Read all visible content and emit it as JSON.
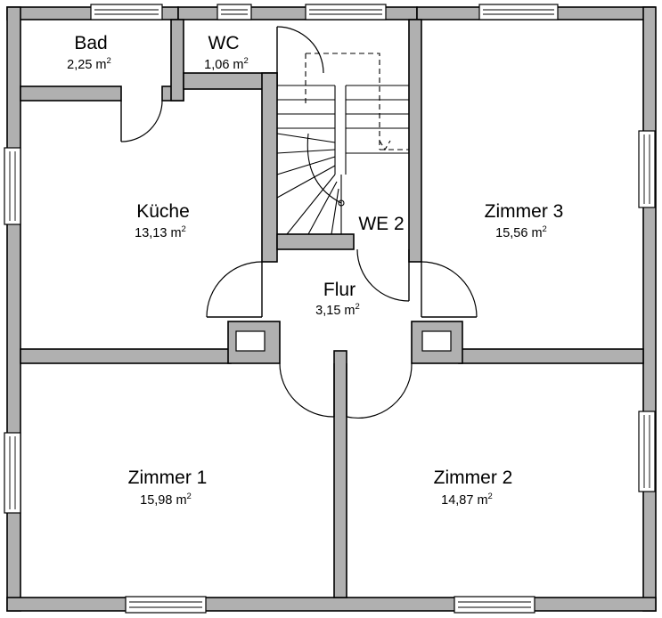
{
  "rooms": [
    {
      "id": "bad",
      "name": "Bad",
      "area": "2,25 m",
      "unit_sup": "2"
    },
    {
      "id": "wc",
      "name": "WC",
      "area": "1,06 m",
      "unit_sup": "2"
    },
    {
      "id": "kueche",
      "name": "Küche",
      "area": "13,13 m",
      "unit_sup": "2"
    },
    {
      "id": "zimmer3",
      "name": "Zimmer 3",
      "area": "15,56 m",
      "unit_sup": "2"
    },
    {
      "id": "flur",
      "name": "Flur",
      "area": "3,15 m",
      "unit_sup": "2"
    },
    {
      "id": "zimmer1",
      "name": "Zimmer 1",
      "area": "15,98 m",
      "unit_sup": "2"
    },
    {
      "id": "zimmer2",
      "name": "Zimmer 2",
      "area": "14,87 m",
      "unit_sup": "2"
    }
  ],
  "labels": {
    "apartment": "WE 2"
  },
  "colors": {
    "wall_fill": "#b0b0b0",
    "line": "#000000",
    "background": "#ffffff"
  }
}
